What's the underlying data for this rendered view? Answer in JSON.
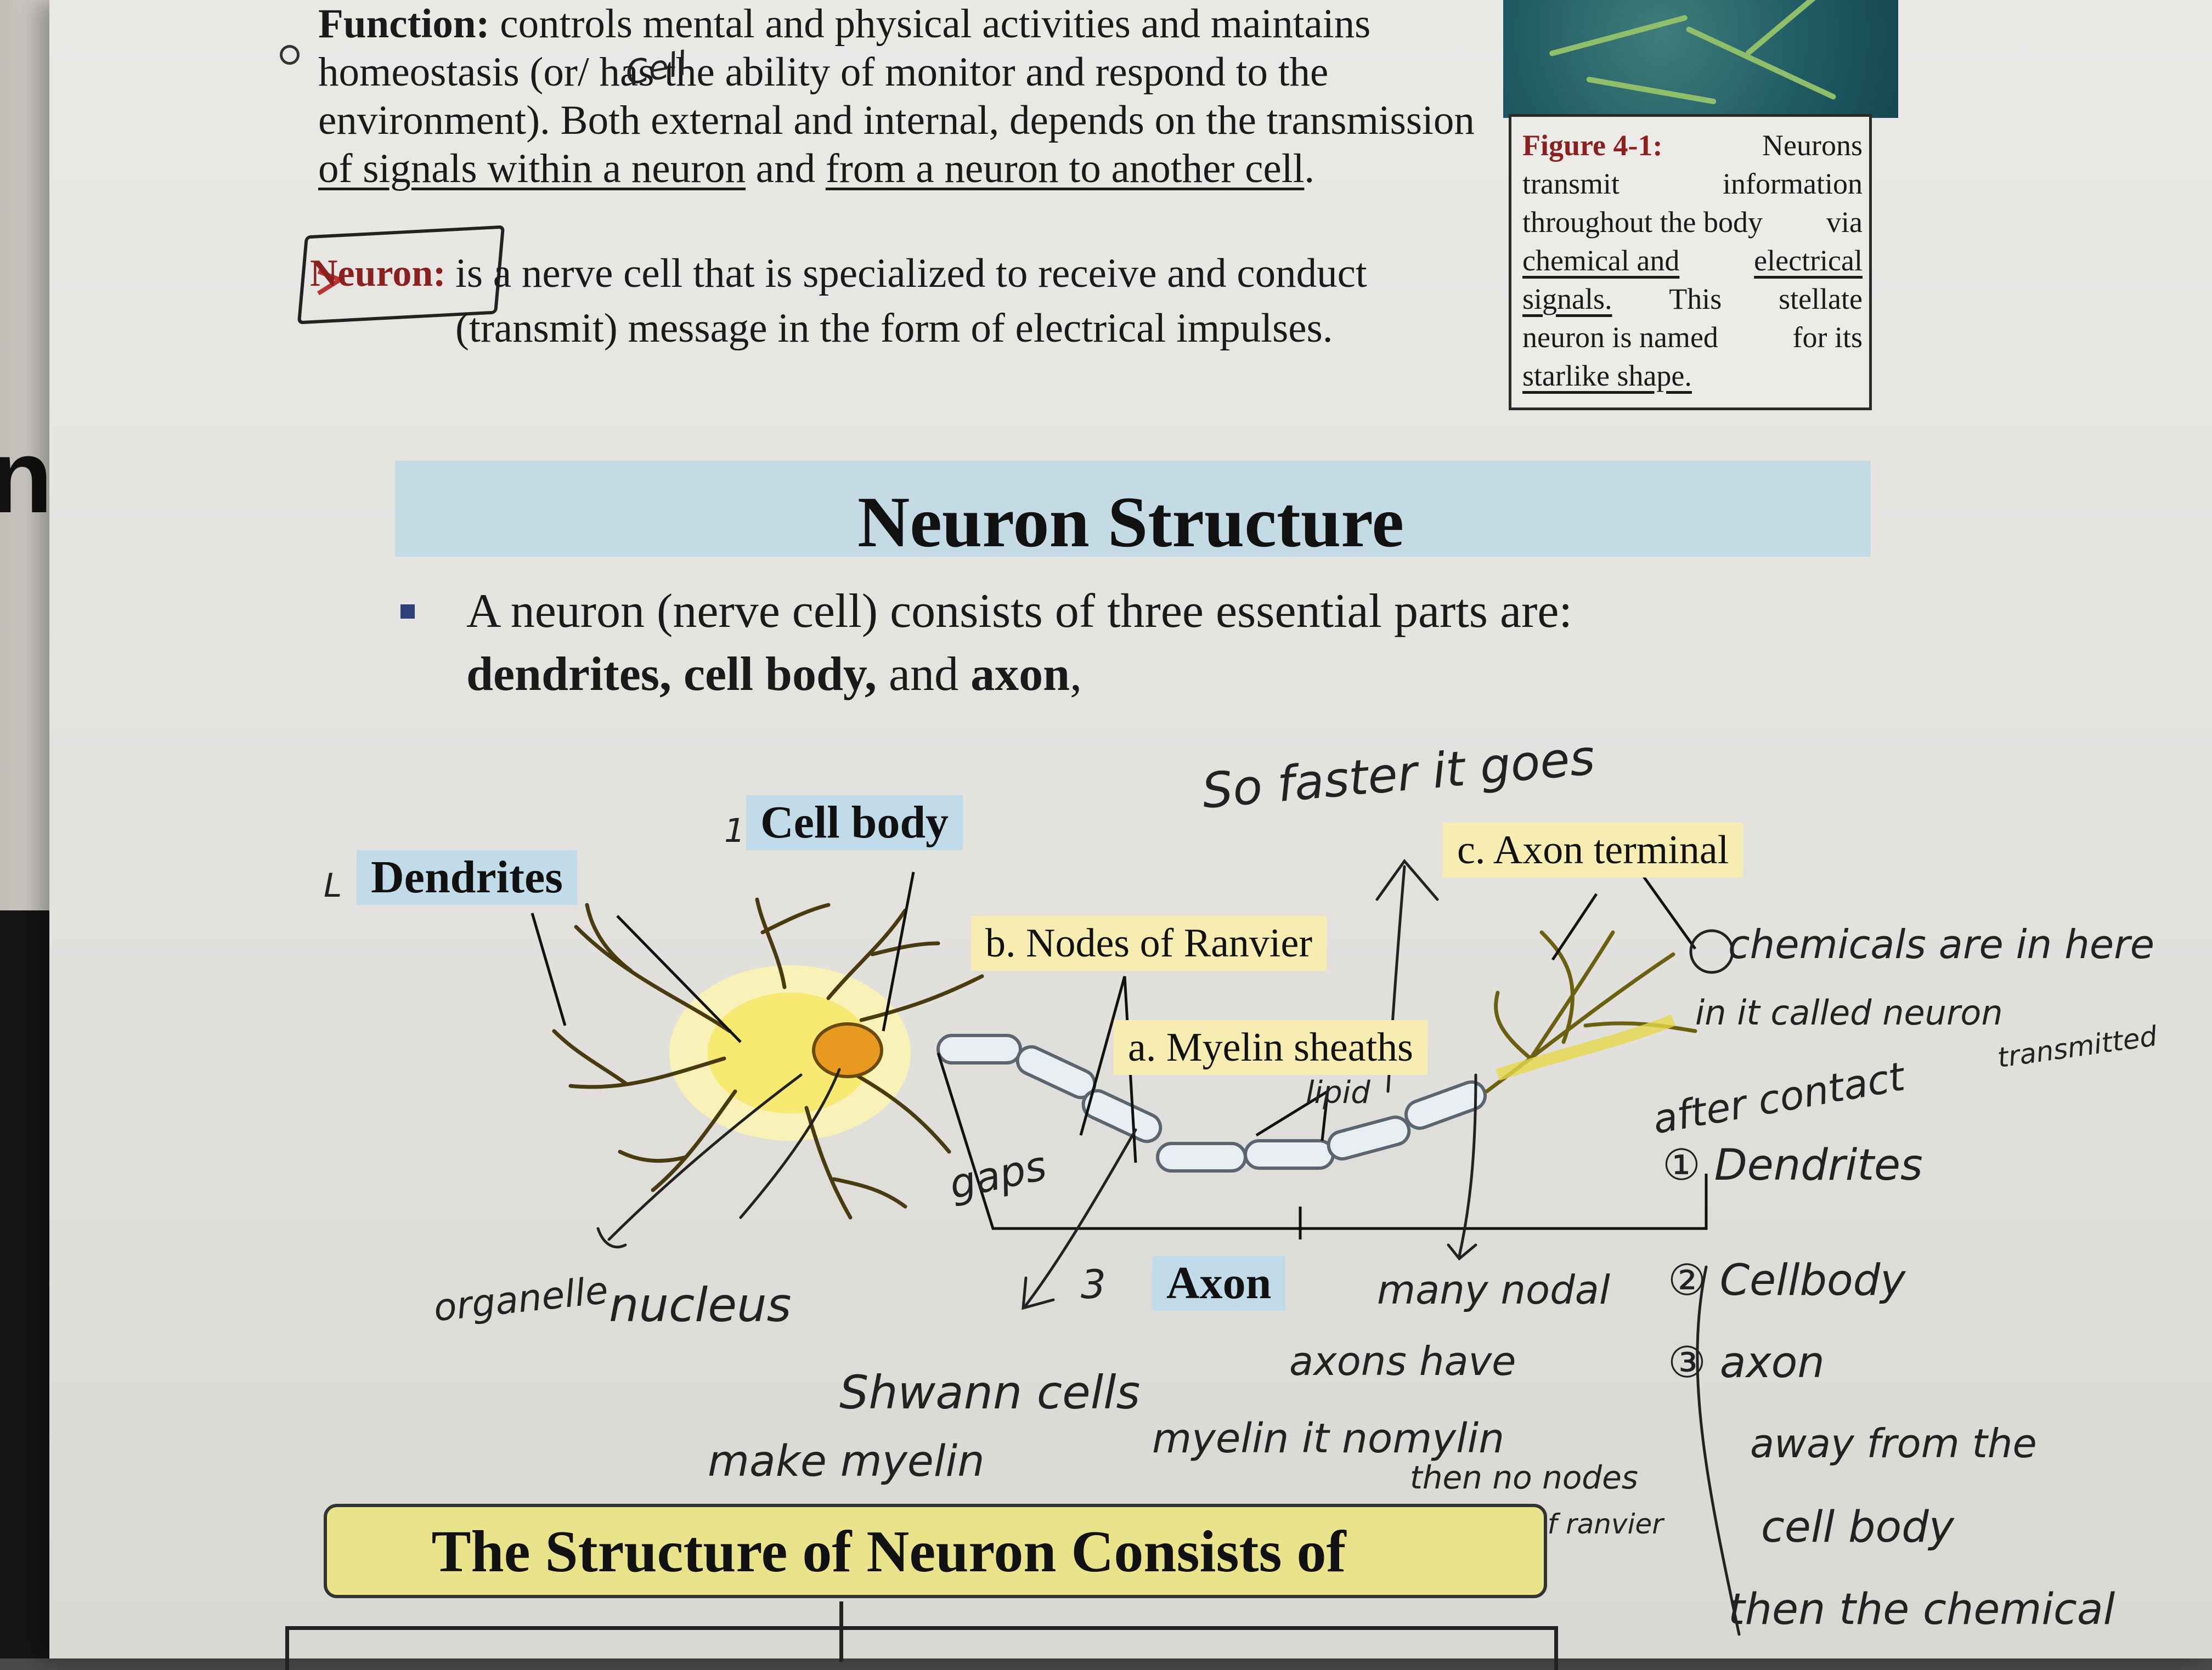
{
  "function_para": {
    "label": "Function:",
    "line1_rest": " controls mental and physical activities and maintains",
    "line2": "homeostasis (or/ has the ability of monitor and respond to the",
    "line3": "environment). Both external and internal, depends on the transmission",
    "line4a": "of signals within a neuron",
    "line4b": " and ",
    "line4c": "from a neuron to another cell",
    "line4d": "."
  },
  "neuron_def": {
    "label": "Neuron:",
    "line1": "is a nerve cell that is specialized to receive and conduct",
    "line2": "(transmit) message in the form of electrical impulses."
  },
  "figure_caption": {
    "label": "Figure 4-1:",
    "lines": [
      [
        "Figure 4-1:",
        "Neurons"
      ],
      [
        "transmit",
        "information"
      ],
      [
        "throughout the body",
        "via"
      ],
      [
        "chemical and",
        "electrical"
      ],
      [
        "signals.",
        "This",
        "stellate"
      ],
      [
        "neuron is named",
        "for its"
      ],
      [
        "starlike shape."
      ]
    ]
  },
  "section": {
    "title": "Neuron Structure",
    "bullet_text1": "A neuron (nerve cell) consists of three essential parts are:",
    "bullet_bold1": "dendrites, cell body,",
    "bullet_mid": " and ",
    "bullet_bold2": "axon",
    "bullet_end": ","
  },
  "diagram_labels": {
    "dendrites": "Dendrites",
    "cell_body": "Cell body",
    "nodes": "b. Nodes of Ranvier",
    "myelin": "a. Myelin sheaths",
    "axon_terminal": "c. Axon terminal",
    "axon": "Axon"
  },
  "handwriting": {
    "cell": "Cell",
    "so_fast": "So faster it goes",
    "chemicals": "chemicals are in here",
    "called_neuron": "in it    called neuron",
    "transmitted": "transmitted",
    "after_contact": "after contact",
    "dendrites": "① Dendrites",
    "cellbody": "② Cellbody",
    "axon": "③ axon",
    "away": "away from the",
    "cell_body": "cell body",
    "then_chem": "then the chemical",
    "organelle": "organelle",
    "nucleus": "nucleus",
    "gaps": "gaps",
    "lipid": "lipid",
    "three": "3",
    "schwann": "Shwann cells",
    "make_myelin": "make myelin",
    "many_nodal": "many nodal",
    "axons_have": "axons have",
    "myelin_nomylin": "myelin it nomylin",
    "no_nodes": "then no nodes",
    "of_ranvier": "of ranvier",
    "one": "1",
    "l": "L"
  },
  "bottom": {
    "title": "The Structure of Neuron Consists of"
  }
}
